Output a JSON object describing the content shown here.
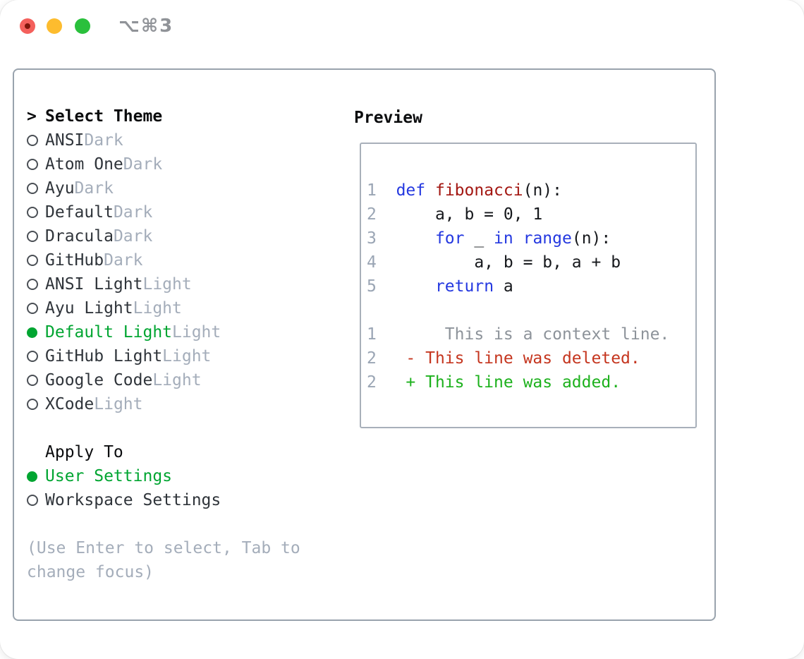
{
  "window": {
    "title": "⌥⌘3",
    "buttons": [
      "close",
      "minimize",
      "zoom"
    ]
  },
  "theme_picker": {
    "header": {
      "marker": ">",
      "label": "Select Theme"
    },
    "items": [
      {
        "name": "ANSI",
        "tag": "Dark",
        "selected": false
      },
      {
        "name": "Atom One",
        "tag": "Dark",
        "selected": false
      },
      {
        "name": "Ayu",
        "tag": "Dark",
        "selected": false
      },
      {
        "name": "Default",
        "tag": "Dark",
        "selected": false
      },
      {
        "name": "Dracula",
        "tag": "Dark",
        "selected": false
      },
      {
        "name": "GitHub",
        "tag": "Dark",
        "selected": false
      },
      {
        "name": "ANSI Light",
        "tag": "Light",
        "selected": false
      },
      {
        "name": "Ayu Light",
        "tag": "Light",
        "selected": false
      },
      {
        "name": "Default Light",
        "tag": "Light",
        "selected": true
      },
      {
        "name": "GitHub Light",
        "tag": "Light",
        "selected": false
      },
      {
        "name": "Google Code",
        "tag": "Light",
        "selected": false
      },
      {
        "name": "XCode",
        "tag": "Light",
        "selected": false
      }
    ]
  },
  "apply_to": {
    "header": "Apply To",
    "options": [
      {
        "label": "User Settings",
        "selected": true
      },
      {
        "label": "Workspace Settings",
        "selected": false
      }
    ]
  },
  "help_lines": [
    "(Use Enter to select, Tab to",
    "change focus)"
  ],
  "preview": {
    "title": "Preview",
    "lines": [
      [
        [
          "num",
          "1"
        ],
        [
          "pl",
          "  "
        ],
        [
          "kw",
          "def"
        ],
        [
          "pl",
          " "
        ],
        [
          "fn",
          "fibonacci"
        ],
        [
          "pl",
          "(n):"
        ]
      ],
      [
        [
          "num",
          "2"
        ],
        [
          "pl",
          "      a, b = 0, 1"
        ]
      ],
      [
        [
          "num",
          "3"
        ],
        [
          "pl",
          "      "
        ],
        [
          "kw",
          "for"
        ],
        [
          "pl",
          " _ "
        ],
        [
          "kw",
          "in"
        ],
        [
          "pl",
          " "
        ],
        [
          "kw",
          "range"
        ],
        [
          "pl",
          "(n):"
        ]
      ],
      [
        [
          "num",
          "4"
        ],
        [
          "pl",
          "          a, b = b, a + b"
        ]
      ],
      [
        [
          "num",
          "5"
        ],
        [
          "pl",
          "      "
        ],
        [
          "kw",
          "return"
        ],
        [
          "pl",
          " a"
        ]
      ],
      [],
      [
        [
          "num",
          "1"
        ],
        [
          "pl",
          "       "
        ],
        [
          "ctx",
          "This is a context line."
        ]
      ],
      [
        [
          "num",
          "2"
        ],
        [
          "pl",
          "   "
        ],
        [
          "del",
          "- This line was deleted."
        ]
      ],
      [
        [
          "num",
          "2"
        ],
        [
          "pl",
          "   "
        ],
        [
          "add",
          "+ This line was added."
        ]
      ]
    ]
  },
  "colors": {
    "selection_green": "#00a531",
    "diff_added": "#1db11d",
    "diff_deleted": "#c5361f",
    "keyword_blue": "#2438e0",
    "function_red": "#a31712",
    "muted_gray": "#a4adba",
    "panel_border": "#99a3ad",
    "traffic_red": "#f4605c",
    "traffic_yellow": "#fdbc2e",
    "traffic_green": "#2ac03c"
  }
}
